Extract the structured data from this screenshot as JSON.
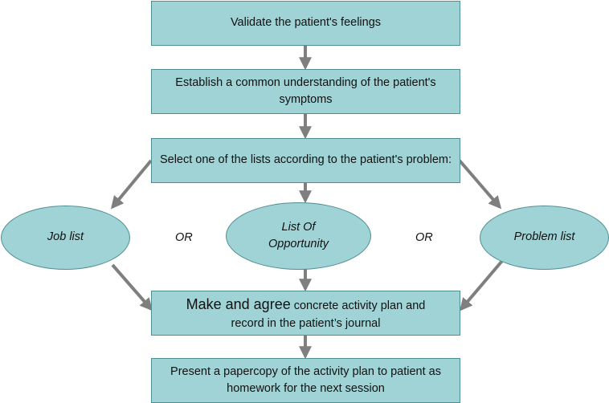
{
  "steps": {
    "validate": "Validate the patient's feelings",
    "establish": "Establish a common understanding of the patient's symptoms",
    "select": "Select one of the lists according to the patient's problem:",
    "make_lead": "Make and agree",
    "make_rest_line1": " concrete activity plan and",
    "make_rest_line2": "record in the patient’s journal",
    "present": "Present a papercopy of the activity plan to patient as homework for the next session"
  },
  "options": {
    "job": "Job list",
    "opportunity_line1": "List Of",
    "opportunity_line2": "Opportunity",
    "problem": "Problem list"
  },
  "separators": {
    "or_left": "OR",
    "or_right": "OR"
  },
  "colors": {
    "fill": "#9fd3d6",
    "border": "#4f8e93",
    "arrow": "#7f7f7f"
  }
}
